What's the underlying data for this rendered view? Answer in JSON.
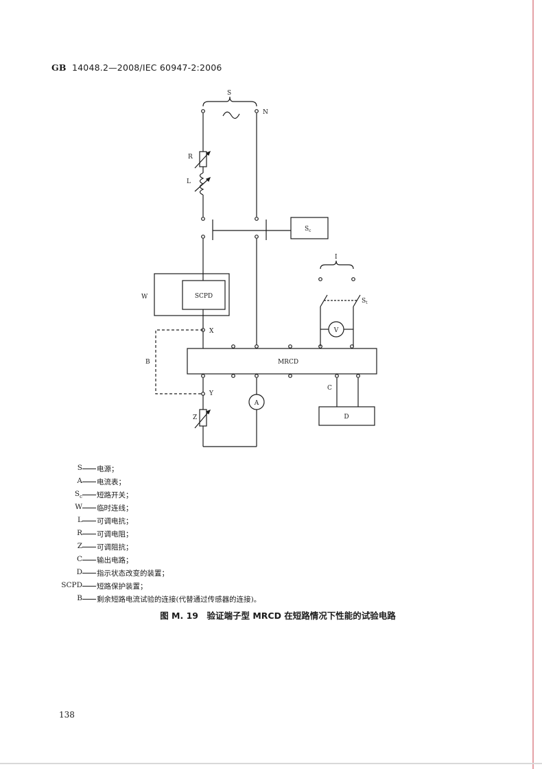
{
  "header": {
    "std_code": "GB",
    "std_number": "14048.2—2008/IEC 60947-2:2006"
  },
  "diagram": {
    "labels": {
      "S": "S",
      "N": "N",
      "R": "R",
      "L": "L",
      "Sc": "S",
      "Sc_sub": "c",
      "W": "W",
      "SCPD": "SCPD",
      "X": "X",
      "B": "B",
      "MRCD": "MRCD",
      "Y": "Y",
      "A": "A",
      "Z": "Z",
      "I": "I",
      "St": "S",
      "St_sub": "t",
      "V": "V",
      "C": "C",
      "D": "D"
    }
  },
  "legend": [
    {
      "symbol": "S",
      "desc": "电源；"
    },
    {
      "symbol": "A",
      "desc": "电流表；"
    },
    {
      "symbol": "Sc",
      "desc": "短路开关；"
    },
    {
      "symbol": "W",
      "desc": "临时连线；"
    },
    {
      "symbol": "L",
      "desc": "可调电抗；"
    },
    {
      "symbol": "R",
      "desc": "可调电阻；"
    },
    {
      "symbol": "Z",
      "desc": "可调阻抗；"
    },
    {
      "symbol": "C",
      "desc": "输出电路；"
    },
    {
      "symbol": "D",
      "desc": "指示状态改变的装置；"
    },
    {
      "symbol": "SCPD",
      "desc": "短路保护装置；"
    },
    {
      "symbol": "B",
      "desc": "剩余短路电流试验的连接(代替通过传感器的连接)。"
    }
  ],
  "caption": "图 M. 19　验证端子型 MRCD 在短路情况下性能的试验电路",
  "page_number": "138"
}
